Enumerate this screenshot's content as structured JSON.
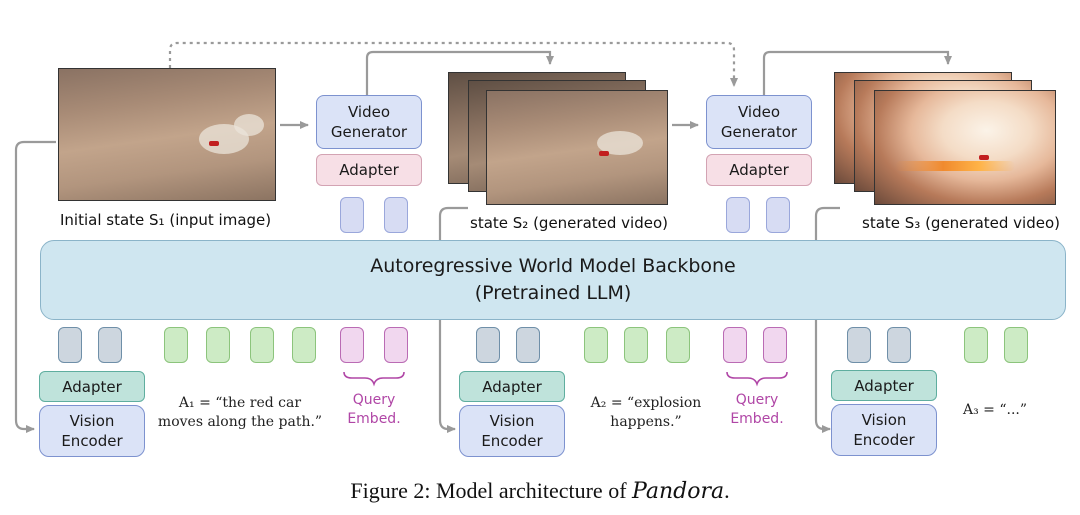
{
  "boxes": {
    "video_generator": "Video Generator",
    "adapter": "Adapter",
    "vision_encoder": "Vision Encoder",
    "backbone_line1": "Autoregressive World Model Backbone",
    "backbone_line2": "(Pretrained LLM)",
    "query_embed_line1": "Query",
    "query_embed_line2": "Embed."
  },
  "states": {
    "s1": "Initial state S₁ (input image)",
    "s2": "state S₂ (generated video)",
    "s3": "state S₃ (generated video)"
  },
  "actions": {
    "a1_line1": "A₁ = “the red car",
    "a1_line2": "moves along the path.”",
    "a2_line1": "A₂ = “explosion",
    "a2_line2": "happens.”",
    "a3": "A₃ = “...”"
  },
  "caption": {
    "prefix": "Figure 2: Model architecture of ",
    "name": "Pandora",
    "suffix": "."
  },
  "colors": {
    "video_generator": "#dbe3f7",
    "adapter_generator": "#f7dfe6",
    "adapter_encoder": "#bfe3db",
    "backbone": "#cfe6f0",
    "query_tokens": "#ba6bb4",
    "text_tokens": "#8cc47c",
    "vision_tokens": "#6f8fa8",
    "arrows": "#9a9a9a"
  }
}
